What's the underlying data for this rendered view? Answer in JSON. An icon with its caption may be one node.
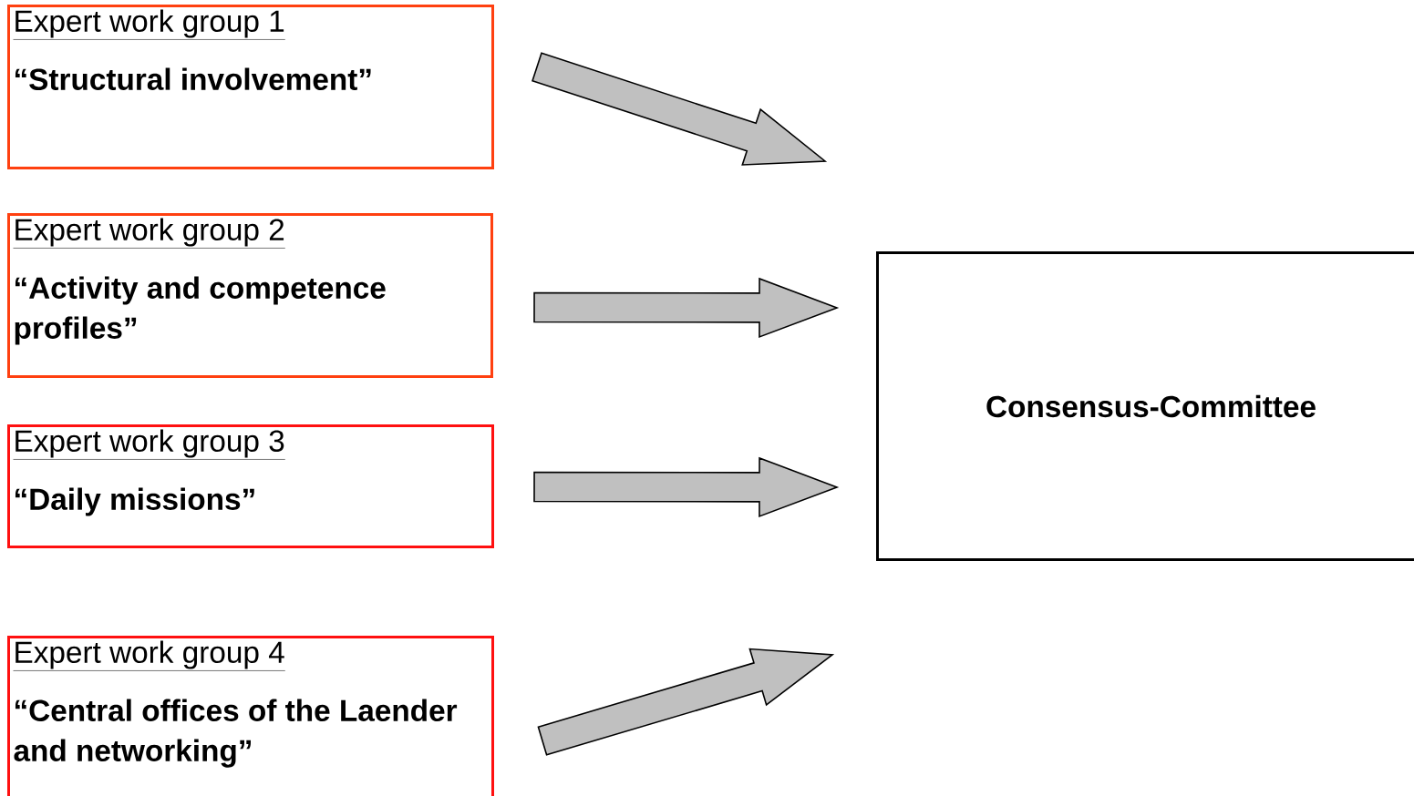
{
  "diagram": {
    "nodes": [
      {
        "text": [
          "Expert work group 1",
          "“Structural involvement”"
        ]
      },
      {
        "text": [
          "Expert work group 2",
          "“Activity and competence profiles”"
        ]
      },
      {
        "text": [
          "Expert work group 3",
          "“Daily missions”"
        ]
      },
      {
        "text": [
          "Expert work group 4",
          "“Central offices of the Laender and networking”"
        ]
      },
      {
        "text": [
          "Consensus-Committee"
        ]
      }
    ],
    "edges": [
      {
        "from": 0,
        "to": 4,
        "arrow": "to"
      },
      {
        "from": 1,
        "to": 4,
        "arrow": "to"
      },
      {
        "from": 2,
        "to": 4,
        "arrow": "to"
      },
      {
        "from": 3,
        "to": 4,
        "arrow": "to"
      }
    ]
  }
}
